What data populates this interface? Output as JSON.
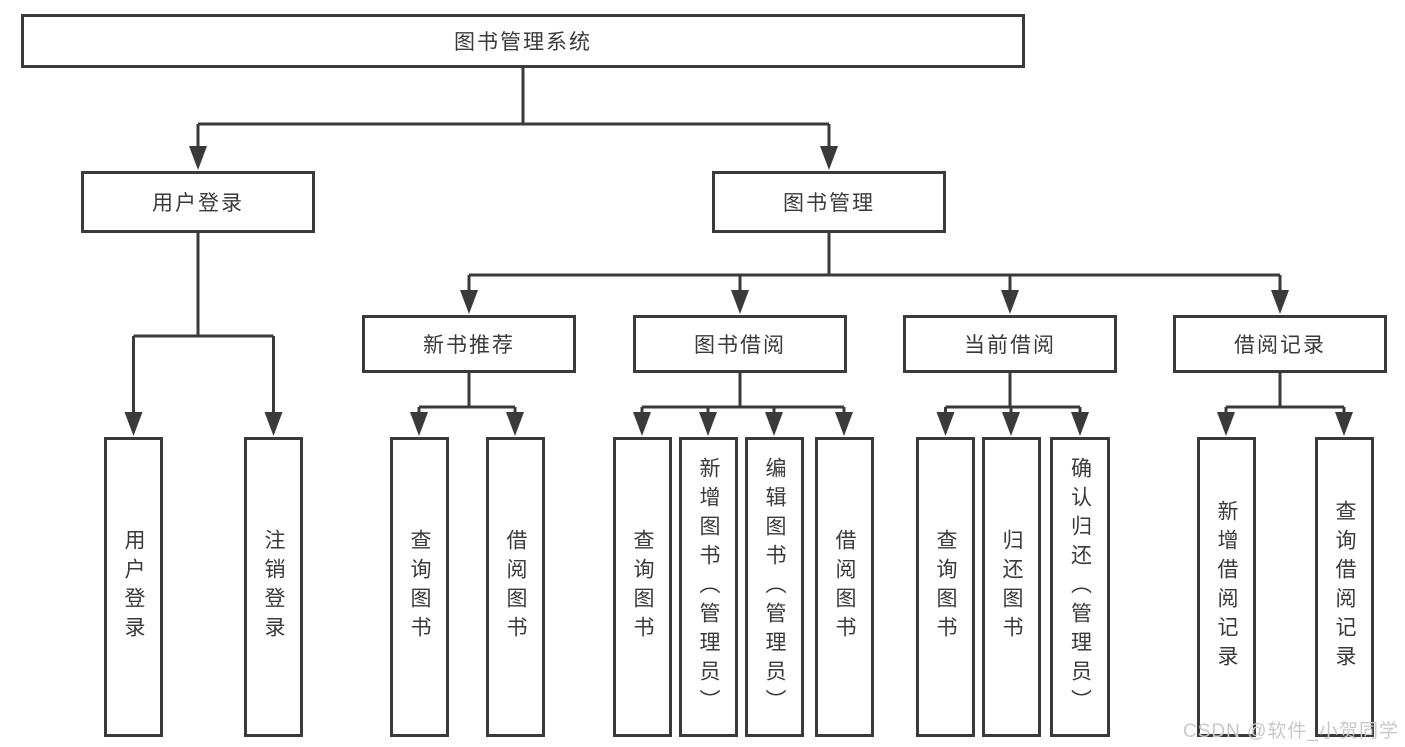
{
  "colors": {
    "line": "#3a3a3a",
    "border": "#3a3a3a",
    "text": "#3a3a3a",
    "watermark": "#c8c8cd",
    "background": "#ffffff"
  },
  "diagram": {
    "root": {
      "label": "图书管理系统"
    },
    "level2": [
      {
        "label": "用户登录"
      },
      {
        "label": "图书管理"
      }
    ],
    "level3": [
      {
        "label": "新书推荐"
      },
      {
        "label": "图书借阅"
      },
      {
        "label": "当前借阅"
      },
      {
        "label": "借阅记录"
      }
    ],
    "leaves": [
      {
        "label": "用户登录"
      },
      {
        "label": "注销登录"
      },
      {
        "label": "查询图书"
      },
      {
        "label": "借阅图书"
      },
      {
        "label": "查询图书"
      },
      {
        "label": "新增图书（管理员）"
      },
      {
        "label": "编辑图书（管理员）"
      },
      {
        "label": "借阅图书"
      },
      {
        "label": "查询图书"
      },
      {
        "label": "归还图书"
      },
      {
        "label": "确认归还（管理员）"
      },
      {
        "label": "新增借阅记录"
      },
      {
        "label": "查询借阅记录"
      }
    ]
  },
  "watermark": {
    "text": "CSDN @软件_小贺同学"
  }
}
